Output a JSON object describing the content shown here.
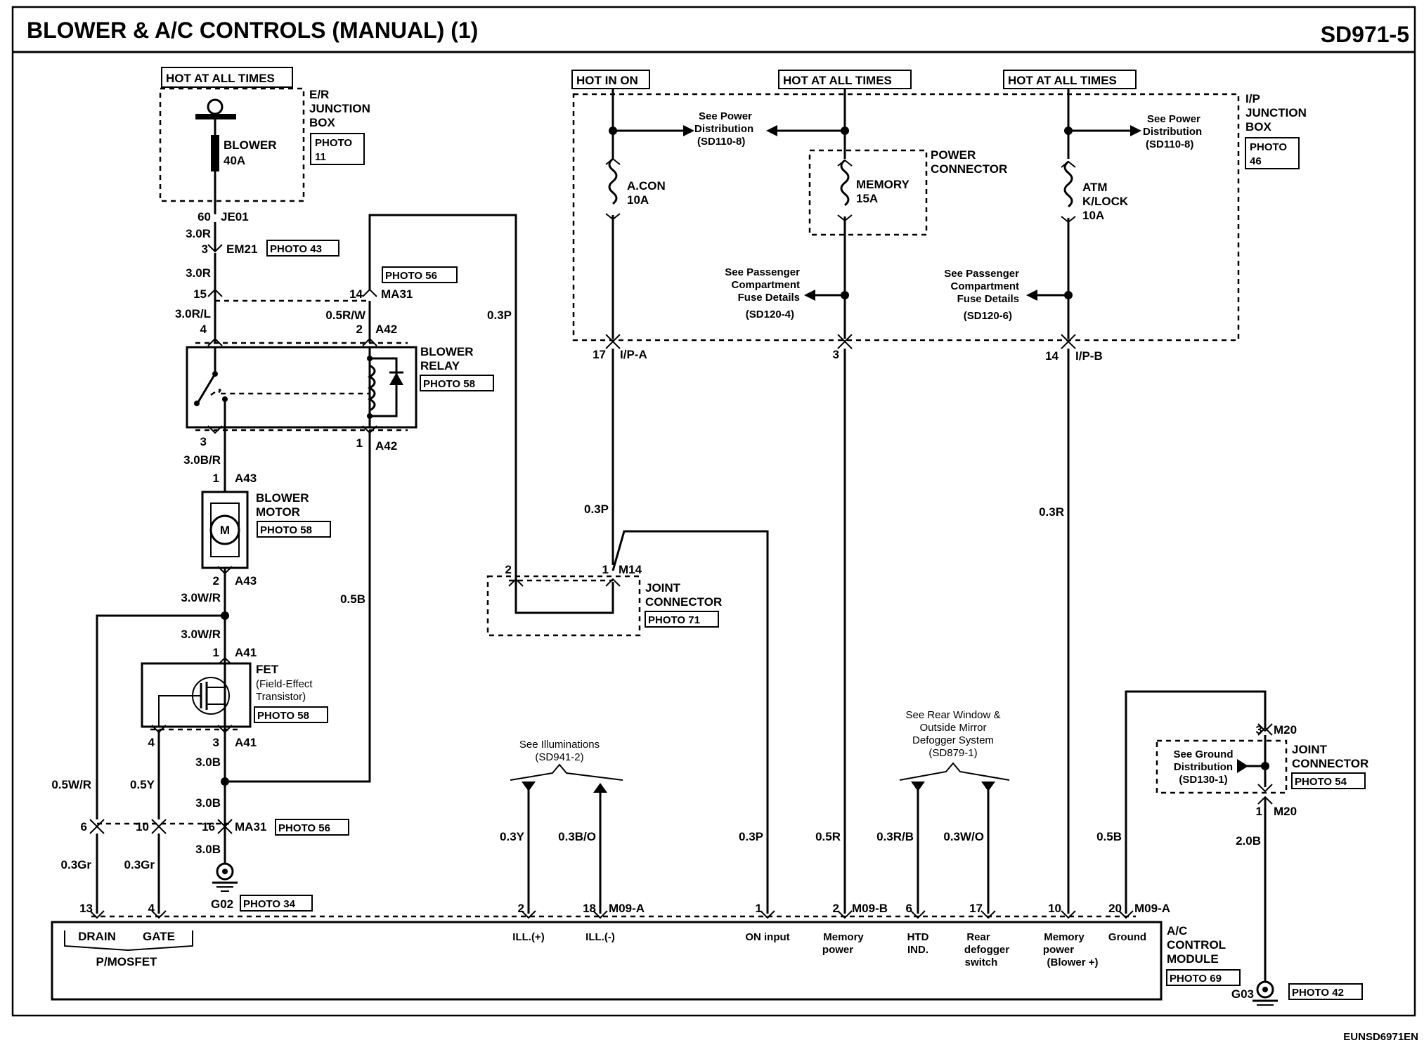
{
  "header": {
    "title": "BLOWER & A/C CONTROLS (MANUAL) (1)",
    "code": "SD971-5"
  },
  "footer": {
    "code": "EUNSD6971EN"
  },
  "er_junction_box": {
    "hot_label": "HOT AT ALL TIMES",
    "name_lines": [
      "E/R",
      "JUNCTION",
      "BOX"
    ],
    "photo": [
      "PHOTO",
      "11"
    ],
    "fuse_name": "BLOWER",
    "fuse_amps": "40A"
  },
  "ip_junction_box": {
    "hot_labels": [
      "HOT IN ON",
      "HOT AT ALL TIMES",
      "HOT AT ALL TIMES"
    ],
    "name_lines": [
      "I/P",
      "JUNCTION",
      "BOX"
    ],
    "photo": [
      "PHOTO",
      "46"
    ],
    "fuse_acon": [
      "A.CON",
      "10A"
    ],
    "fuse_memory": [
      "MEMORY",
      "15A"
    ],
    "power_connector": [
      "POWER",
      "CONNECTOR"
    ],
    "fuse_atm": [
      "ATM",
      "K/LOCK",
      "10A"
    ],
    "see_power_1": [
      "See Power",
      "Distribution",
      "(SD110-8)"
    ],
    "see_power_2": [
      "See Power",
      "Distribution",
      "(SD110-8)"
    ],
    "see_fuse_1": [
      "See Passenger",
      "Compartment",
      "Fuse Details",
      "(SD120-4)"
    ],
    "see_fuse_2": [
      "See Passenger",
      "Compartment",
      "Fuse Details",
      "(SD120-6)"
    ]
  },
  "connectors": {
    "je01": [
      "60",
      "JE01"
    ],
    "em21": [
      "3",
      "EM21",
      "PHOTO 43"
    ],
    "ma31_15": "15",
    "ma31_14": [
      "14",
      "MA31",
      "PHOTO 56"
    ],
    "a42_top": [
      "2",
      "A42"
    ],
    "relay_4": "4",
    "a42_bot": [
      "1",
      "A42"
    ],
    "relay_3": "3",
    "a43_1": [
      "1",
      "A43"
    ],
    "a43_2": [
      "2",
      "A43"
    ],
    "a41_1": [
      "1",
      "A41"
    ],
    "a41_3": [
      "3",
      "A41"
    ],
    "a41_4": "4",
    "ma31_16": [
      "16",
      "MA31",
      "PHOTO 56"
    ],
    "ma31_6": "6",
    "ma31_10": "10",
    "g02": [
      "G02",
      "PHOTO 34"
    ],
    "ipa": [
      "17",
      "I/P-A"
    ],
    "ipb": [
      "14",
      "I/P-B"
    ],
    "ip3": "3",
    "m14": [
      "2",
      "1",
      "M14"
    ],
    "m20_3": [
      "3",
      "M20"
    ],
    "m20_1": [
      "1",
      "M20"
    ],
    "g03": [
      "G03",
      "PHOTO 42"
    ]
  },
  "wires": {
    "w30r_1": "3.0R",
    "w30r_2": "3.0R",
    "w30rl": "3.0R/L",
    "w05rw": "0.5R/W",
    "w03p_top": "0.3P",
    "w30br": "3.0B/R",
    "w30wr_1": "3.0W/R",
    "w30wr_2": "3.0W/R",
    "w05b": "0.5B",
    "w05wr": "0.5W/R",
    "w05y": "0.5Y",
    "w30b_1": "3.0B",
    "w30b_2": "3.0B",
    "w30b_3": "3.0B",
    "w03gr_1": "0.3Gr",
    "w03gr_2": "0.3Gr",
    "w03p_mid": "0.3P",
    "w03r": "0.3R",
    "w03y": "0.3Y",
    "w03bo": "0.3B/O",
    "w03p_low": "0.3P",
    "w05r": "0.5R",
    "w03rb": "0.3R/B",
    "w03wo": "0.3W/O",
    "w05b_low": "0.5B",
    "w20b": "2.0B"
  },
  "components": {
    "relay": [
      "BLOWER",
      "RELAY",
      "PHOTO 58"
    ],
    "motor": [
      "BLOWER",
      "MOTOR",
      "PHOTO 58"
    ],
    "motor_symbol": "M",
    "fet": [
      "FET",
      "(Field-Effect",
      "Transistor)",
      "PHOTO 58"
    ],
    "joint_71": [
      "JOINT",
      "CONNECTOR",
      "PHOTO 71"
    ],
    "joint_54": [
      "JOINT",
      "CONNECTOR",
      "PHOTO 54"
    ],
    "see_ground": [
      "See Ground",
      "Distribution",
      "(SD130-1)"
    ],
    "see_illum": [
      "See Illuminations",
      "(SD941-2)"
    ],
    "see_rear": [
      "See Rear Window &",
      "Outside Mirror",
      "Defogger System",
      "(SD879-1)"
    ]
  },
  "ac_module": {
    "name": [
      "A/C",
      "CONTROL",
      "MODULE",
      "PHOTO 69"
    ],
    "pins": {
      "p13": "13",
      "p4": "4",
      "p2": "2",
      "p18": "18",
      "m09a_1": "M09-A",
      "p1": "1",
      "p2b": "2",
      "m09b": "M09-B",
      "p6": "6",
      "p17": "17",
      "p10": "10",
      "p20": "20",
      "m09a_2": "M09-A"
    },
    "drain": "DRAIN",
    "gate": "GATE",
    "pmosfet": "P/MOSFET",
    "ill_plus": "ILL.(+)",
    "ill_minus": "ILL.(-)",
    "on_input": "ON input",
    "memory_power": [
      "Memory",
      "power"
    ],
    "htd": [
      "HTD",
      "IND."
    ],
    "rear_defog": [
      "Rear",
      "defogger",
      "switch"
    ],
    "memory_blower": [
      "Memory",
      "power",
      "(Blower +)"
    ],
    "ground": "Ground"
  }
}
